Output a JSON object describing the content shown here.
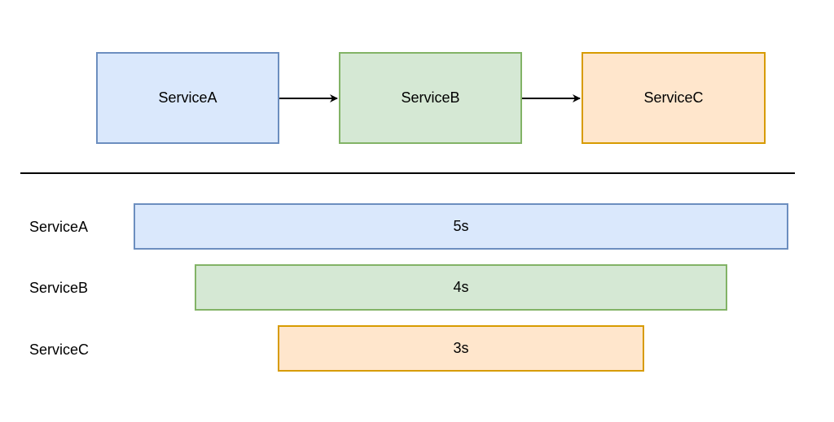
{
  "services": [
    {
      "name": "ServiceA",
      "fill": "#dae8fc",
      "stroke": "#6c8ebf"
    },
    {
      "name": "ServiceB",
      "fill": "#d5e8d4",
      "stroke": "#82b366"
    },
    {
      "name": "ServiceC",
      "fill": "#ffe6cc",
      "stroke": "#d79b00"
    }
  ],
  "timeline": [
    {
      "label": "ServiceA",
      "duration": "5s",
      "fill": "#dae8fc",
      "stroke": "#6c8ebf"
    },
    {
      "label": "ServiceB",
      "duration": "4s",
      "fill": "#d5e8d4",
      "stroke": "#82b366"
    },
    {
      "label": "ServiceC",
      "duration": "3s",
      "fill": "#ffe6cc",
      "stroke": "#d79b00"
    }
  ]
}
